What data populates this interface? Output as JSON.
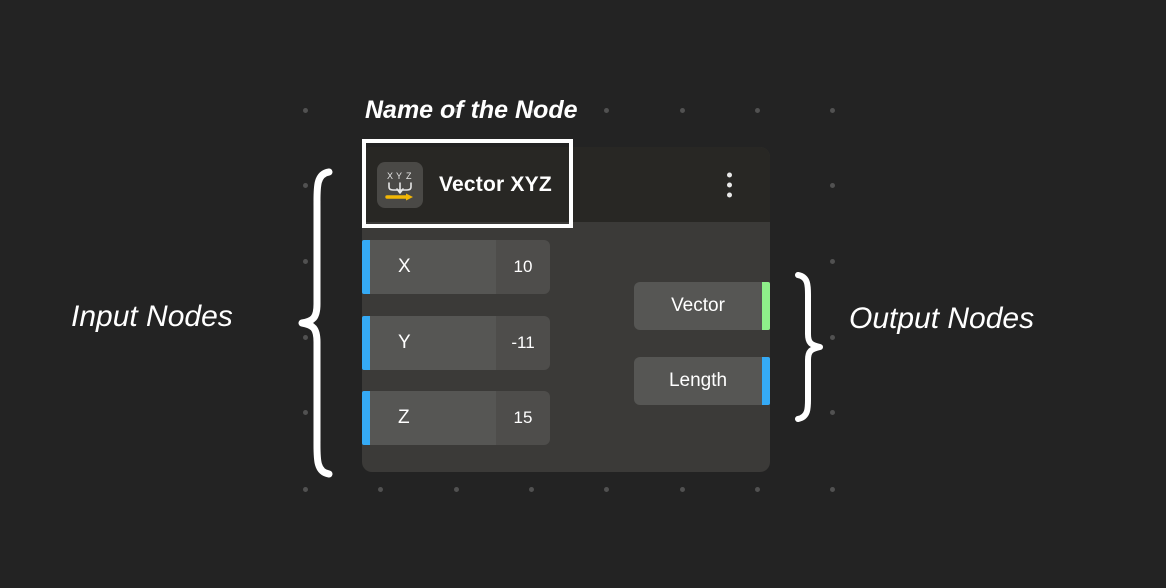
{
  "canvas": {
    "background_color": "#232323",
    "grid_dot_color": "#515151"
  },
  "annotations": {
    "node_name_label": "Name of the Node",
    "input_nodes_label": "Input Nodes",
    "output_nodes_label": "Output Nodes",
    "highlight_border_color": "#ffffff"
  },
  "node": {
    "title": "Vector XYZ",
    "header_color": "#282724",
    "body_color": "#3b3a38",
    "icon": {
      "name": "vector-xyz-icon",
      "letters": [
        "X",
        "Y",
        "Z"
      ],
      "arrow_color": "#f2b705",
      "badge_color": "#4a4946"
    },
    "menu_icon": "kebab-menu-icon",
    "inputs": [
      {
        "label": "X",
        "value": "10",
        "socket_color": "#35aaf5"
      },
      {
        "label": "Y",
        "value": "-11",
        "socket_color": "#35aaf5"
      },
      {
        "label": "Z",
        "value": "15",
        "socket_color": "#35aaf5"
      }
    ],
    "outputs": [
      {
        "label": "Vector",
        "socket_color": "#8ef08a"
      },
      {
        "label": "Length",
        "socket_color": "#35aaf5"
      }
    ]
  }
}
